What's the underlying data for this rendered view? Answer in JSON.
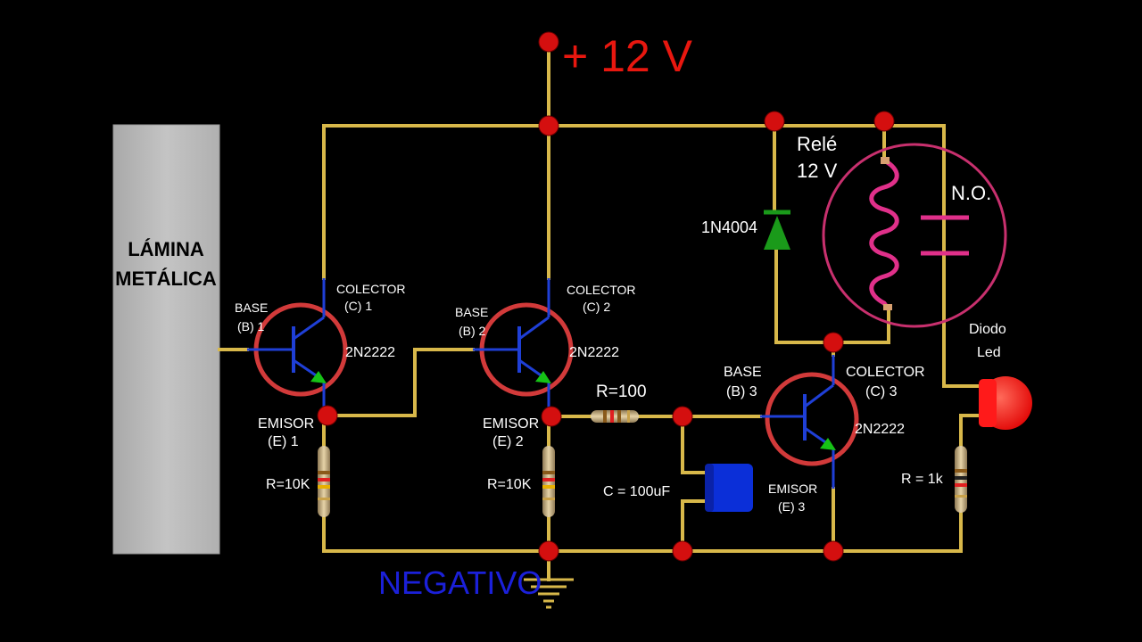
{
  "supply": {
    "label": "+ 12 V",
    "color": "#e8170f"
  },
  "ground": {
    "label": "NEGATIVO",
    "color": "#1b20d9"
  },
  "plate": {
    "line1": "LÁMINA",
    "line2": "METÁLICA"
  },
  "q1": {
    "base1": "BASE",
    "base2": "(B) 1",
    "collector1": "COLECTOR",
    "collector2": "(C) 1",
    "emitter1": "EMISOR",
    "emitter2": "(E) 1",
    "model": "2N2222"
  },
  "q2": {
    "base1": "BASE",
    "base2": "(B) 2",
    "collector1": "COLECTOR",
    "collector2": "(C) 2",
    "emitter1": "EMISOR",
    "emitter2": "(E) 2",
    "model": "2N2222"
  },
  "q3": {
    "base1": "BASE",
    "base2": "(B) 3",
    "collector1": "COLECTOR",
    "collector2": "(C) 3",
    "emitter1": "EMISOR",
    "emitter2": "(E) 3",
    "model": "2N2222"
  },
  "r1": "R=10K",
  "r2": "R=10K",
  "r3": "R=100",
  "r4": "R = 1k",
  "capacitor": "C = 100uF",
  "diode": "1N4004",
  "relay": {
    "line1": "Relé",
    "line2": "12 V",
    "contact": "N.O."
  },
  "led": {
    "line1": "Diodo",
    "line2": "Led"
  },
  "colors": {
    "wire": "#d8b84a",
    "node": "#d40f0f",
    "transistor_ring": "#d23a3a",
    "relay_ring": "#c8306e",
    "coil": "#e0308a",
    "diode": "#1a9a1a",
    "capacitor": "#0b2fd8",
    "led": "#ff1a1a",
    "plate": "#b9b9b9"
  }
}
